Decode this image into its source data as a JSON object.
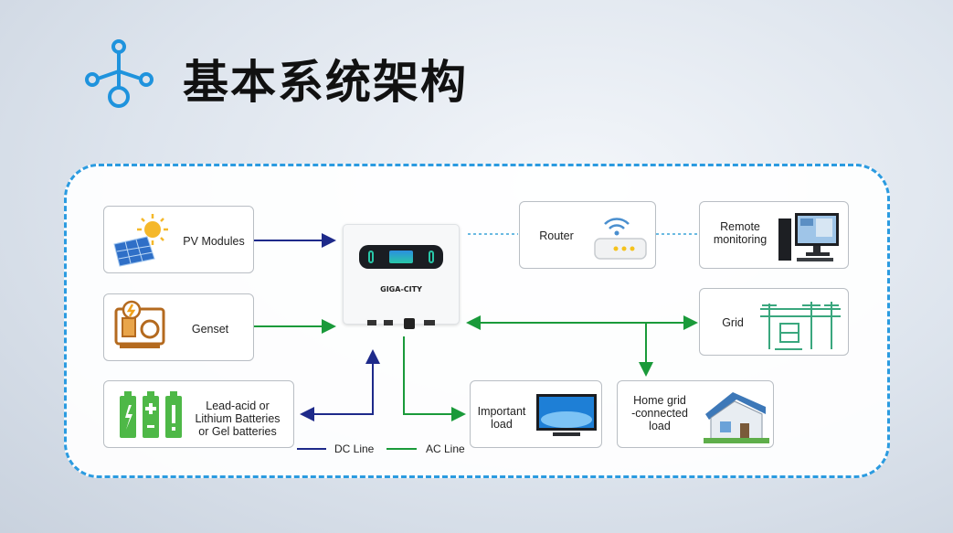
{
  "title": "基本系统架构",
  "nodes": {
    "pv": {
      "label": "PV Modules",
      "icon": "solar-panel-icon"
    },
    "genset": {
      "label": "Genset",
      "icon": "generator-icon"
    },
    "batteries": {
      "line1": "Lead-acid or",
      "line2": "Lithium Batteries",
      "line3": "or Gel batteries",
      "icon": "battery-icon"
    },
    "inverter": {
      "brand": "GIGA-CITY",
      "icon": "inverter-icon"
    },
    "router": {
      "label": "Router",
      "icon": "wifi-router-icon"
    },
    "remote": {
      "line1": "Remote",
      "line2": "monitoring",
      "icon": "computer-monitor-icon"
    },
    "grid": {
      "label": "Grid",
      "icon": "power-tower-icon"
    },
    "important_load": {
      "line1": "Important",
      "line2": "load",
      "icon": "tv-icon"
    },
    "home_load": {
      "line1": "Home grid",
      "line2": "-connected",
      "line3": "load",
      "icon": "house-icon"
    }
  },
  "legend": {
    "dc": "DC Line",
    "ac": "AC Line"
  },
  "colors": {
    "dc": "#1e2a8a",
    "ac": "#1a9a3a",
    "comm": "#3aa3d8",
    "accent": "#2b9be0"
  }
}
